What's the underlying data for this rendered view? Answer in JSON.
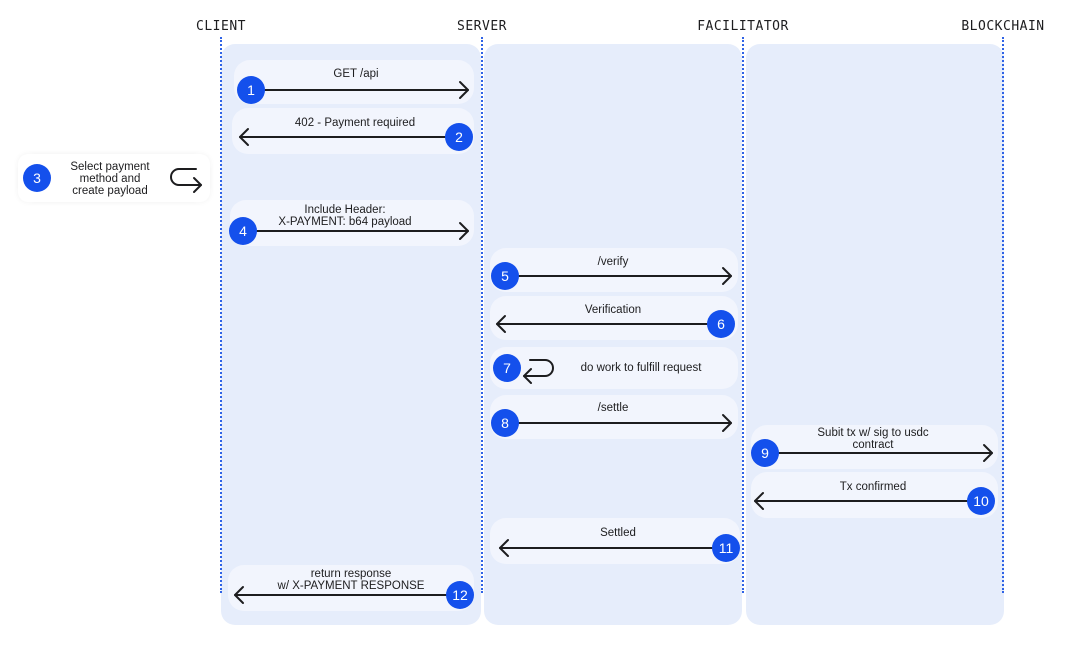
{
  "lanes": {
    "client": "CLIENT",
    "server": "SERVER",
    "facilitator": "FACILITATOR",
    "blockchain": "BLOCKCHAIN"
  },
  "steps": [
    {
      "n": "1",
      "label": "GET /api"
    },
    {
      "n": "2",
      "label": "402 - Payment required"
    },
    {
      "n": "3",
      "label": "Select payment\nmethod and\ncreate payload"
    },
    {
      "n": "4",
      "label": "Include Header:\nX-PAYMENT: b64 payload"
    },
    {
      "n": "5",
      "label": "/verify"
    },
    {
      "n": "6",
      "label": "Verification"
    },
    {
      "n": "7",
      "label": "do work to fulfill request"
    },
    {
      "n": "8",
      "label": "/settle"
    },
    {
      "n": "9",
      "label": "Subit tx w/ sig to usdc\ncontract"
    },
    {
      "n": "10",
      "label": "Tx confirmed"
    },
    {
      "n": "11",
      "label": "Settled"
    },
    {
      "n": "12",
      "label": "return response\nw/ X-PAYMENT RESPONSE"
    }
  ],
  "colors": {
    "accent": "#1450ec",
    "lifeline": "#2f63e6",
    "column_bg": "#e6edfb",
    "label_bg": "#f2f5fd",
    "arrow": "#1d1d1f"
  }
}
